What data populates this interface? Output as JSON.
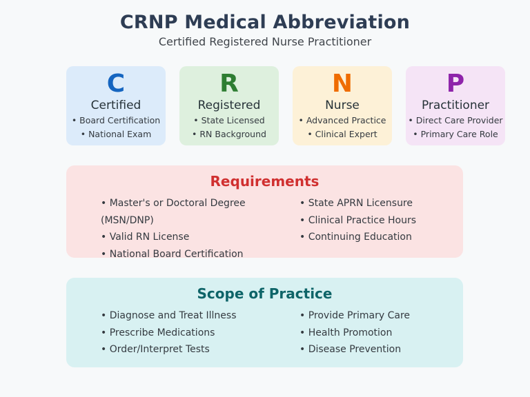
{
  "header": {
    "title": "CRNP Medical Abbreviation",
    "subtitle": "Certified Registered Nurse Practitioner"
  },
  "theme": {
    "page_bg": "#f7f9fa",
    "title_color": "#2e3d54",
    "subtitle_color": "#40454b",
    "body_text_color": "#343a40"
  },
  "cards": [
    {
      "letter": "C",
      "word": "Certified",
      "bullets": [
        "Board Certification",
        "National Exam"
      ],
      "letter_color": "#1565c0",
      "bg": "#dcebfa"
    },
    {
      "letter": "R",
      "word": "Registered",
      "bullets": [
        "State Licensed",
        "RN Background"
      ],
      "letter_color": "#2e7d32",
      "bg": "#def0de"
    },
    {
      "letter": "N",
      "word": "Nurse",
      "bullets": [
        "Advanced Practice",
        "Clinical Expert"
      ],
      "letter_color": "#ef6c00",
      "bg": "#fdf1d7"
    },
    {
      "letter": "P",
      "word": "Practitioner",
      "bullets": [
        "Direct Care Provider",
        "Primary Care Role"
      ],
      "letter_color": "#8e24aa",
      "bg": "#f5e4f6"
    }
  ],
  "requirements": {
    "title": "Requirements",
    "title_color": "#d03030",
    "bg": "#fbe3e3",
    "left": [
      "Master's or Doctoral Degree (MSN/DNP)",
      "Valid RN License",
      "National Board Certification"
    ],
    "right": [
      "State APRN Licensure",
      "Clinical Practice Hours",
      "Continuing Education"
    ]
  },
  "scope": {
    "title": "Scope of Practice",
    "title_color": "#0e6468",
    "bg": "#d8f1f2",
    "left": [
      "Diagnose and Treat Illness",
      "Prescribe Medications",
      "Order/Interpret Tests"
    ],
    "right": [
      "Provide Primary Care",
      "Health Promotion",
      "Disease Prevention"
    ]
  }
}
